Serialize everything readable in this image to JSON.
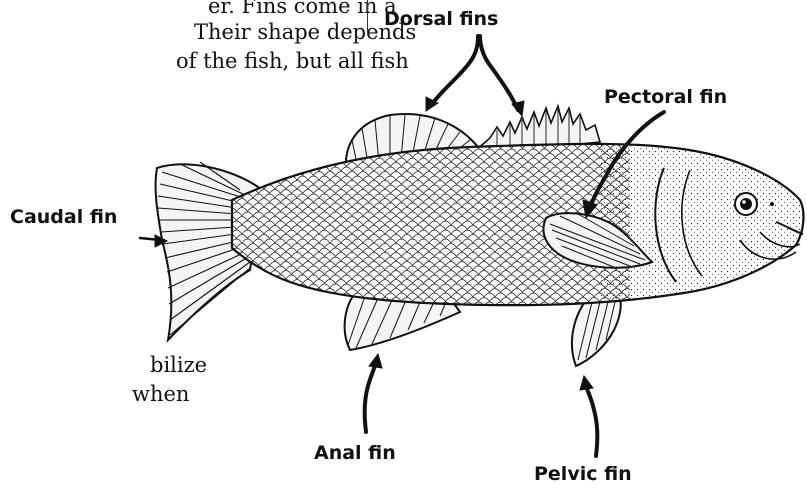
{
  "text": {
    "line1": "er.  Fins come in a",
    "line2": "Their shape depends",
    "line3": "of the fish, but all fish",
    "line4": "bilize",
    "line5": "when"
  },
  "labels": {
    "dorsal": "Dorsal fins",
    "pectoral": "Pectoral fin",
    "caudal": "Caudal fin",
    "anal": "Anal fin",
    "pelvic": "Pelvic fin"
  }
}
